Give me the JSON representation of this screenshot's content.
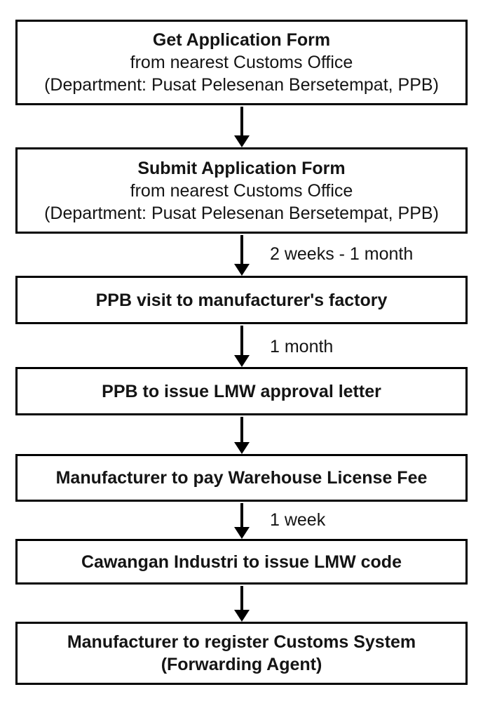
{
  "page": {
    "background": "#ffffff"
  },
  "flowchart": {
    "colors": {
      "box_border": "#000000",
      "box_fill": "#ffffff",
      "text": "#141414",
      "arrow": "#000000"
    },
    "steps": [
      {
        "title": "Get Application Form",
        "lines": [
          "from nearest Customs Office",
          "(Department: Pusat Pelesenan Bersetempat, PPB)"
        ],
        "arrow_label": ""
      },
      {
        "title": "Submit Application Form",
        "lines": [
          "from nearest Customs Office",
          "(Department: Pusat Pelesenan Bersetempat, PPB)"
        ],
        "arrow_label": "2 weeks - 1 month"
      },
      {
        "title": "PPB visit to manufacturer's factory",
        "lines": [],
        "arrow_label": "1 month"
      },
      {
        "title": "PPB to issue LMW approval letter",
        "lines": [],
        "arrow_label": ""
      },
      {
        "title": "Manufacturer to pay Warehouse License Fee",
        "lines": [],
        "arrow_label": "1 week"
      },
      {
        "title": "Cawangan Industri to issue LMW code",
        "lines": [],
        "arrow_label": ""
      },
      {
        "title": "Manufacturer to register Customs System",
        "title_line2": "(Forwarding Agent)",
        "arrow_label": ""
      }
    ]
  }
}
